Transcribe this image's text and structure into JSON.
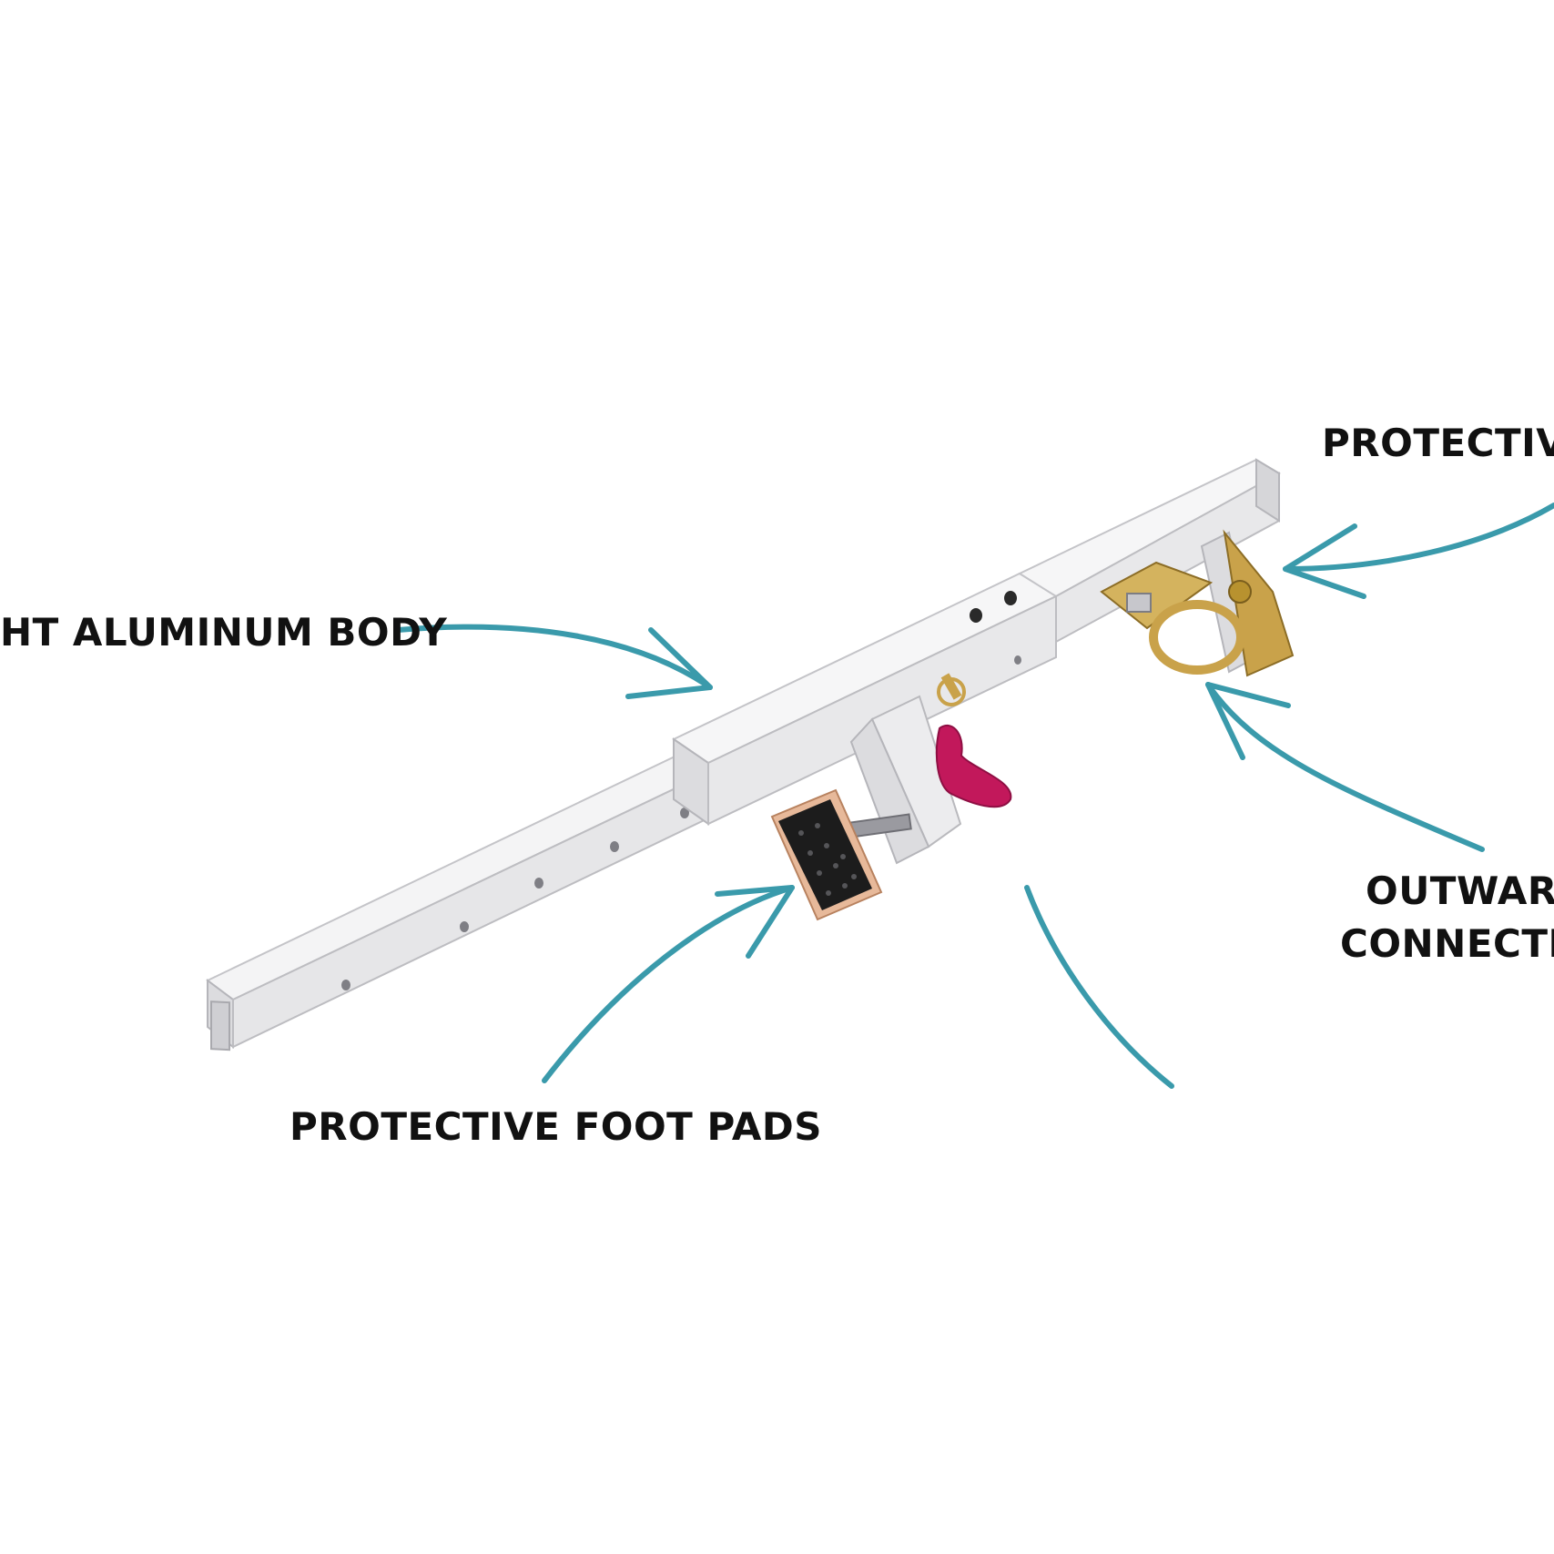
{
  "callouts": {
    "body": "HT ALUMINUM BODY",
    "protective_top": "PROTECTIVE",
    "foot_pads": "PROTECTIVE FOOT PADS",
    "outward_line1": "OUTWAR",
    "outward_line2": "CONNECTI"
  },
  "colors": {
    "arrow": "#3a9aab",
    "background": "#ffffff",
    "tube": "#e9e9ea",
    "tube_edge": "#b9b9bd",
    "bracket_metal": "#c9a24a",
    "knob": "#c2185b",
    "pad": "#1c1c1c"
  }
}
